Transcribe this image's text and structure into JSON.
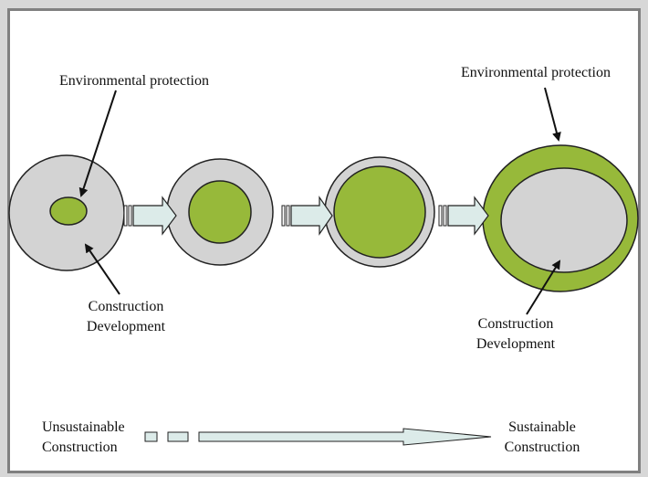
{
  "labels": {
    "env_left": "Environmental protection",
    "env_right": "Environmental protection",
    "construction_left_line1": "Construction",
    "construction_left_line2": "Development",
    "construction_right_line1": "Construction",
    "construction_right_line2": "Development",
    "unsustainable_line1": "Unsustainable",
    "unsustainable_line2": "Construction",
    "sustainable_line1": "Sustainable",
    "sustainable_line2": "Construction"
  },
  "colors": {
    "green": "#97b93a",
    "gray": "#d3d3d3",
    "arrow_fill": "#dcebe9",
    "stroke": "#222222",
    "frame": "#808080"
  }
}
